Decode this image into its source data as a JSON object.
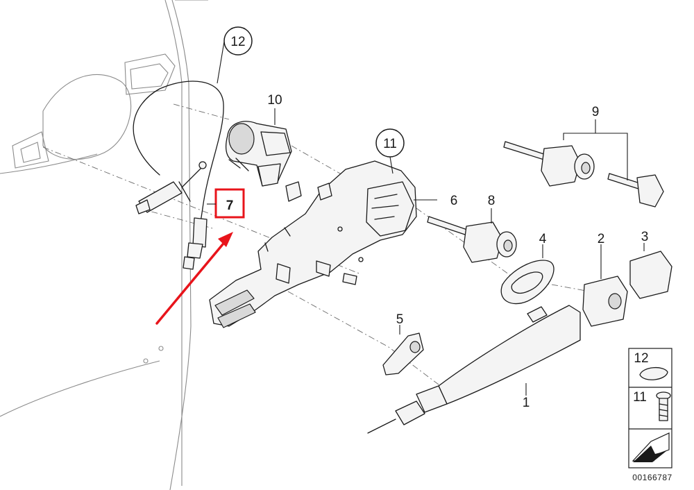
{
  "callouts": {
    "c1": "1",
    "c2": "2",
    "c3": "3",
    "c4": "4",
    "c5": "5",
    "c6": "6",
    "c7": "7",
    "c8": "8",
    "c9": "9",
    "c10": "10",
    "c11": "11",
    "c12": "12"
  },
  "legend": {
    "item_a": "12",
    "item_b": "11"
  },
  "image_code": "00166787",
  "colors": {
    "highlight": "#e8141b",
    "ink": "#1a1a1a"
  }
}
